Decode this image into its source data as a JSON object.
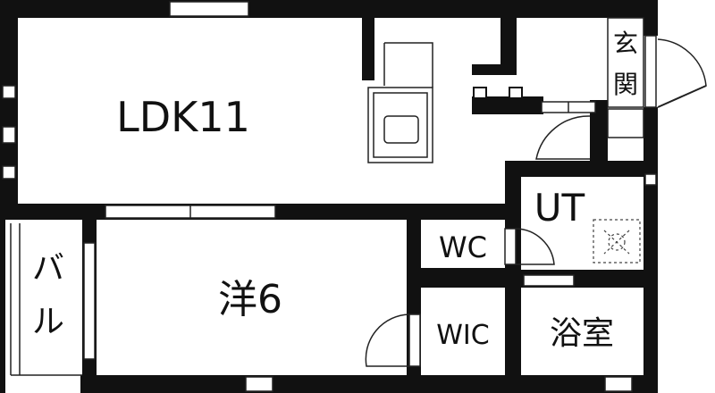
{
  "floorplan": {
    "rooms": {
      "ldk": "LDK11",
      "western": "洋6",
      "balcony": [
        "バ",
        "ル"
      ],
      "entrance": [
        "玄",
        "関"
      ],
      "utility": "UT",
      "toilet": "WC",
      "closet": "WIC",
      "bath": "浴室"
    },
    "colors": {
      "wall": "#111111",
      "line": "#222222",
      "background": "#ffffff"
    }
  }
}
